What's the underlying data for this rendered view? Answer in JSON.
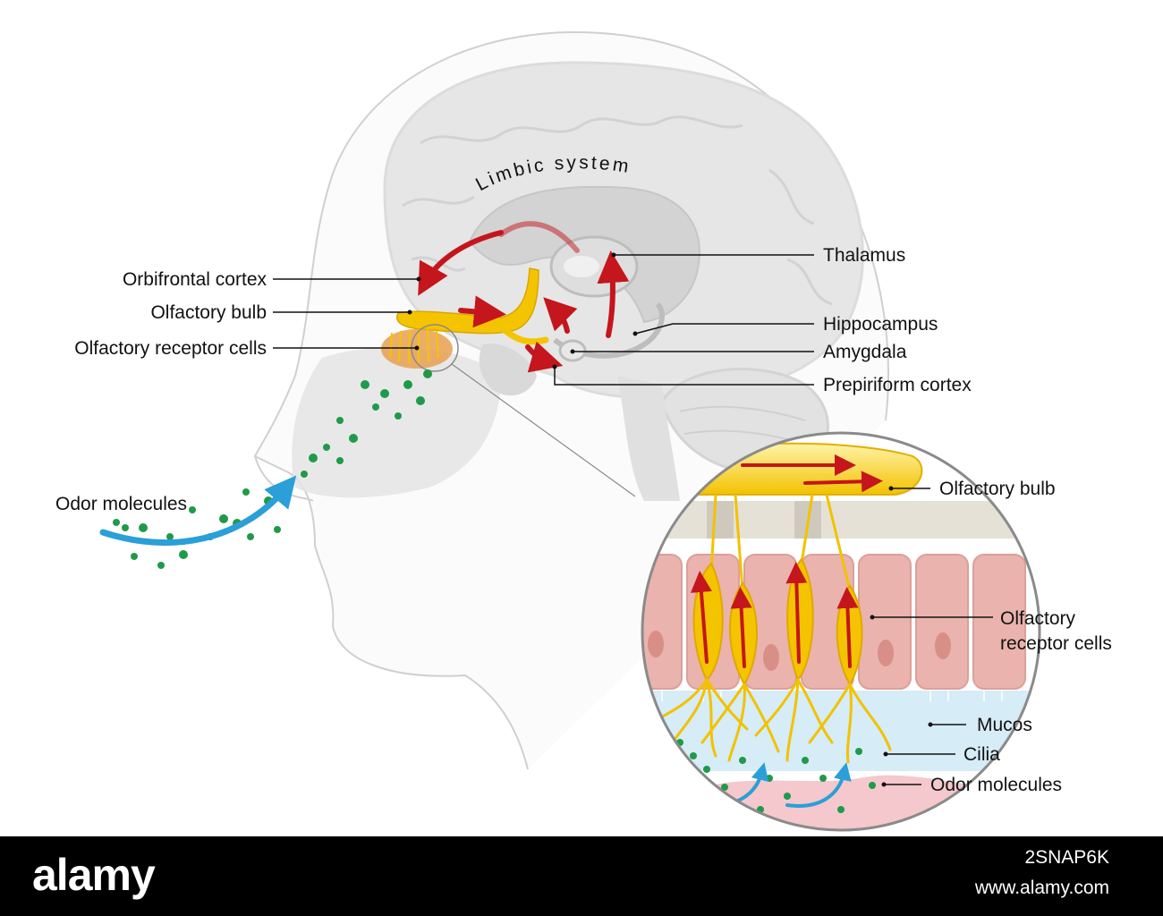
{
  "diagram": {
    "arc_title": "Limbic system",
    "labels_left": {
      "orbifrontal": "Orbifrontal cortex",
      "olfactory_bulb": "Olfactory bulb",
      "receptor_cells": "Olfactory receptor cells",
      "odor": "Odor molecules"
    },
    "labels_right": {
      "thalamus": "Thalamus",
      "hippocampus": "Hippocampus",
      "amygdala": "Amygdala",
      "prepiriform": "Prepiriform cortex"
    },
    "inset_labels": {
      "olfactory_bulb": "Olfactory bulb",
      "receptor_line1": "Olfactory",
      "receptor_line2": "receptor cells",
      "mucos": "Mucos",
      "cilia": "Cilia",
      "odor": "Odor molecules"
    },
    "colors": {
      "arrow_red": "#c4161c",
      "bulb_yellow": "#f5c400",
      "molecule_green": "#1f9a4a",
      "airflow_blue": "#2a9fd8",
      "tissue_pink": "#eab3ae",
      "mucus_blue": "#d6ecf7"
    }
  },
  "footer": {
    "brand": "alamy",
    "image_id": "2SNAP6K",
    "site": "www.alamy.com"
  }
}
